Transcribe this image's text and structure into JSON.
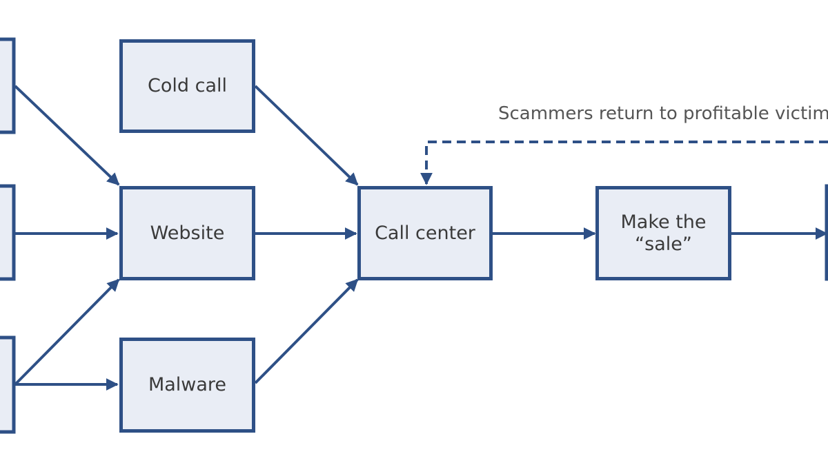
{
  "diagram": {
    "nodes": {
      "cold_call": "Cold call",
      "website": "Website",
      "malware": "Malware",
      "call_center": "Call center",
      "make_the_sale": "Make the\n“sale”"
    },
    "feedback_label": "Scammers return to profitable victim",
    "colors": {
      "stroke": "#2e5086",
      "box_fill": "#e9edf5",
      "text": "#3a3a3a",
      "label_text": "#555555"
    }
  }
}
